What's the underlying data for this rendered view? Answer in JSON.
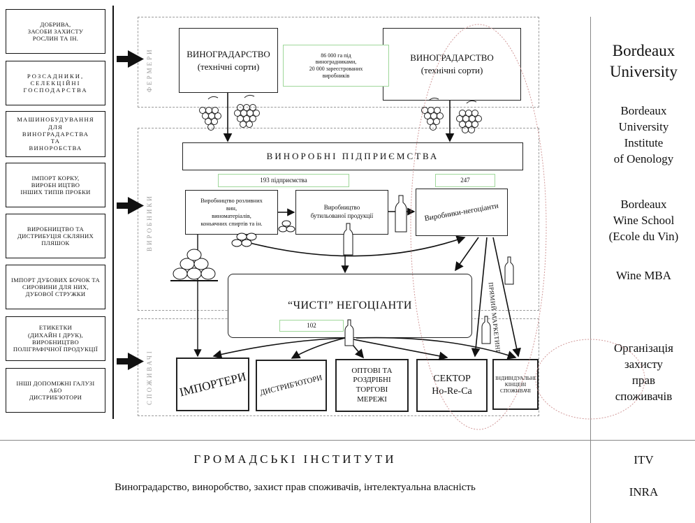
{
  "left_column": [
    "ДОБРИВА,\nЗАСОБИ ЗАХИСТУ\nРОСЛИН ТА ІН.",
    "РОЗСАДНИКИ,\nСЕЛЕКЦІЙНІ\nГОСПОДАРСТВА",
    "МАШИНОБУДУВАННЯ\nДЛЯ\nВИНОГРАДАРСТВА\nТА\nВИНОРОБСТВА",
    "ІМПОРТ КОРКУ,\nВИРОБН ИЦТВО\nІНШИХ ТИПІВ ПРОБКИ",
    "ВИРОБНИЦТВО ТА\nДИСТРИБУЦІЯ СКЛЯНИХ\nПЛЯШОК",
    "іМПОРТ ДУБОВИХ БОЧОК ТА\nСИРОВИНИ ДЛЯ НИХ,\nДУБОВОЇ СТРУЖКИ",
    "ЕТИКЕТКИ\n(ДИХАЙН І ДРУК),\nВИРОБНИЦТВО\nПОЛІГРАФІЧНОЇ ПРОДУКЦІЇ",
    "ІНШІ ДОПОМІЖНІ ГАЛУЗІ\nАБО\nДИСТРИБ'ЮТОРИ"
  ],
  "zones": {
    "farmers": "ФЕРМЕРИ",
    "producers": "ВИРОБНИКИ",
    "consumers": "СПОЖИВАЧІ"
  },
  "farmers": {
    "vineyard_left": "ВИНОГРАДАРСТВО\n(технічні сорти)",
    "vineyard_right": "ВИНОГРАДАРСТВО\n(технічні сорти)",
    "info": "86 000 га під\nвиноградниками,\n20 000 зареєстрованих\nвиробників"
  },
  "producers": {
    "wineries": "ВИНОРОБНІ   ПІДПРИЄМСТВА",
    "count_wineries": "193 підприємства",
    "count_negociants": "247",
    "bulk_wine": "Виробництво розливних\nвин,\nвиноматеріалів,\nконьячних спиртів та ін.",
    "bottled": "Виробництво\nбутильованої продукції",
    "producer_negociants": "Виробники-негоціанти",
    "pure_negociants": "“ЧИСТІ” НЕГОЦІАНТИ",
    "direct_marketing": "ПРЯМИЙ МАРКЕТИНГ"
  },
  "consumers": {
    "count": "102",
    "importers": "ІМПОРТЕРИ",
    "distributors": "ДИСТРИБ'ЮТОРИ",
    "wholesale": "ОПТОВІ ТА\nРОЗДРІБНІ\nТОРГОВІ\nМЕРЕЖІ",
    "horeca": "СЕКТОР\nHo-Re-Ca",
    "end_consumers": "ІНДИВІДУАЛЬНІ\nКІНЦЕВІ\nСПОЖИВАЧІ"
  },
  "right_column": {
    "bordeaux_university": "Bordeaux\nUniversity",
    "institute": "Bordeaux\nUniversity\nInstitute\nof Oenology",
    "wine_school": "Bordeaux\nWine School\n(Ecole du Vin)",
    "wine_mba": "Wine MBA",
    "consumer_org": "Організація\nзахисту\nправ\nспоживачів",
    "itv": "ITV",
    "inra": "INRA"
  },
  "bottom": {
    "title": "ГРОМАДСЬКІ   ІНСТИТУТИ",
    "subtitle": "Виноградарство, виноробство, захист прав споживачів, інтелектуальна власність"
  }
}
